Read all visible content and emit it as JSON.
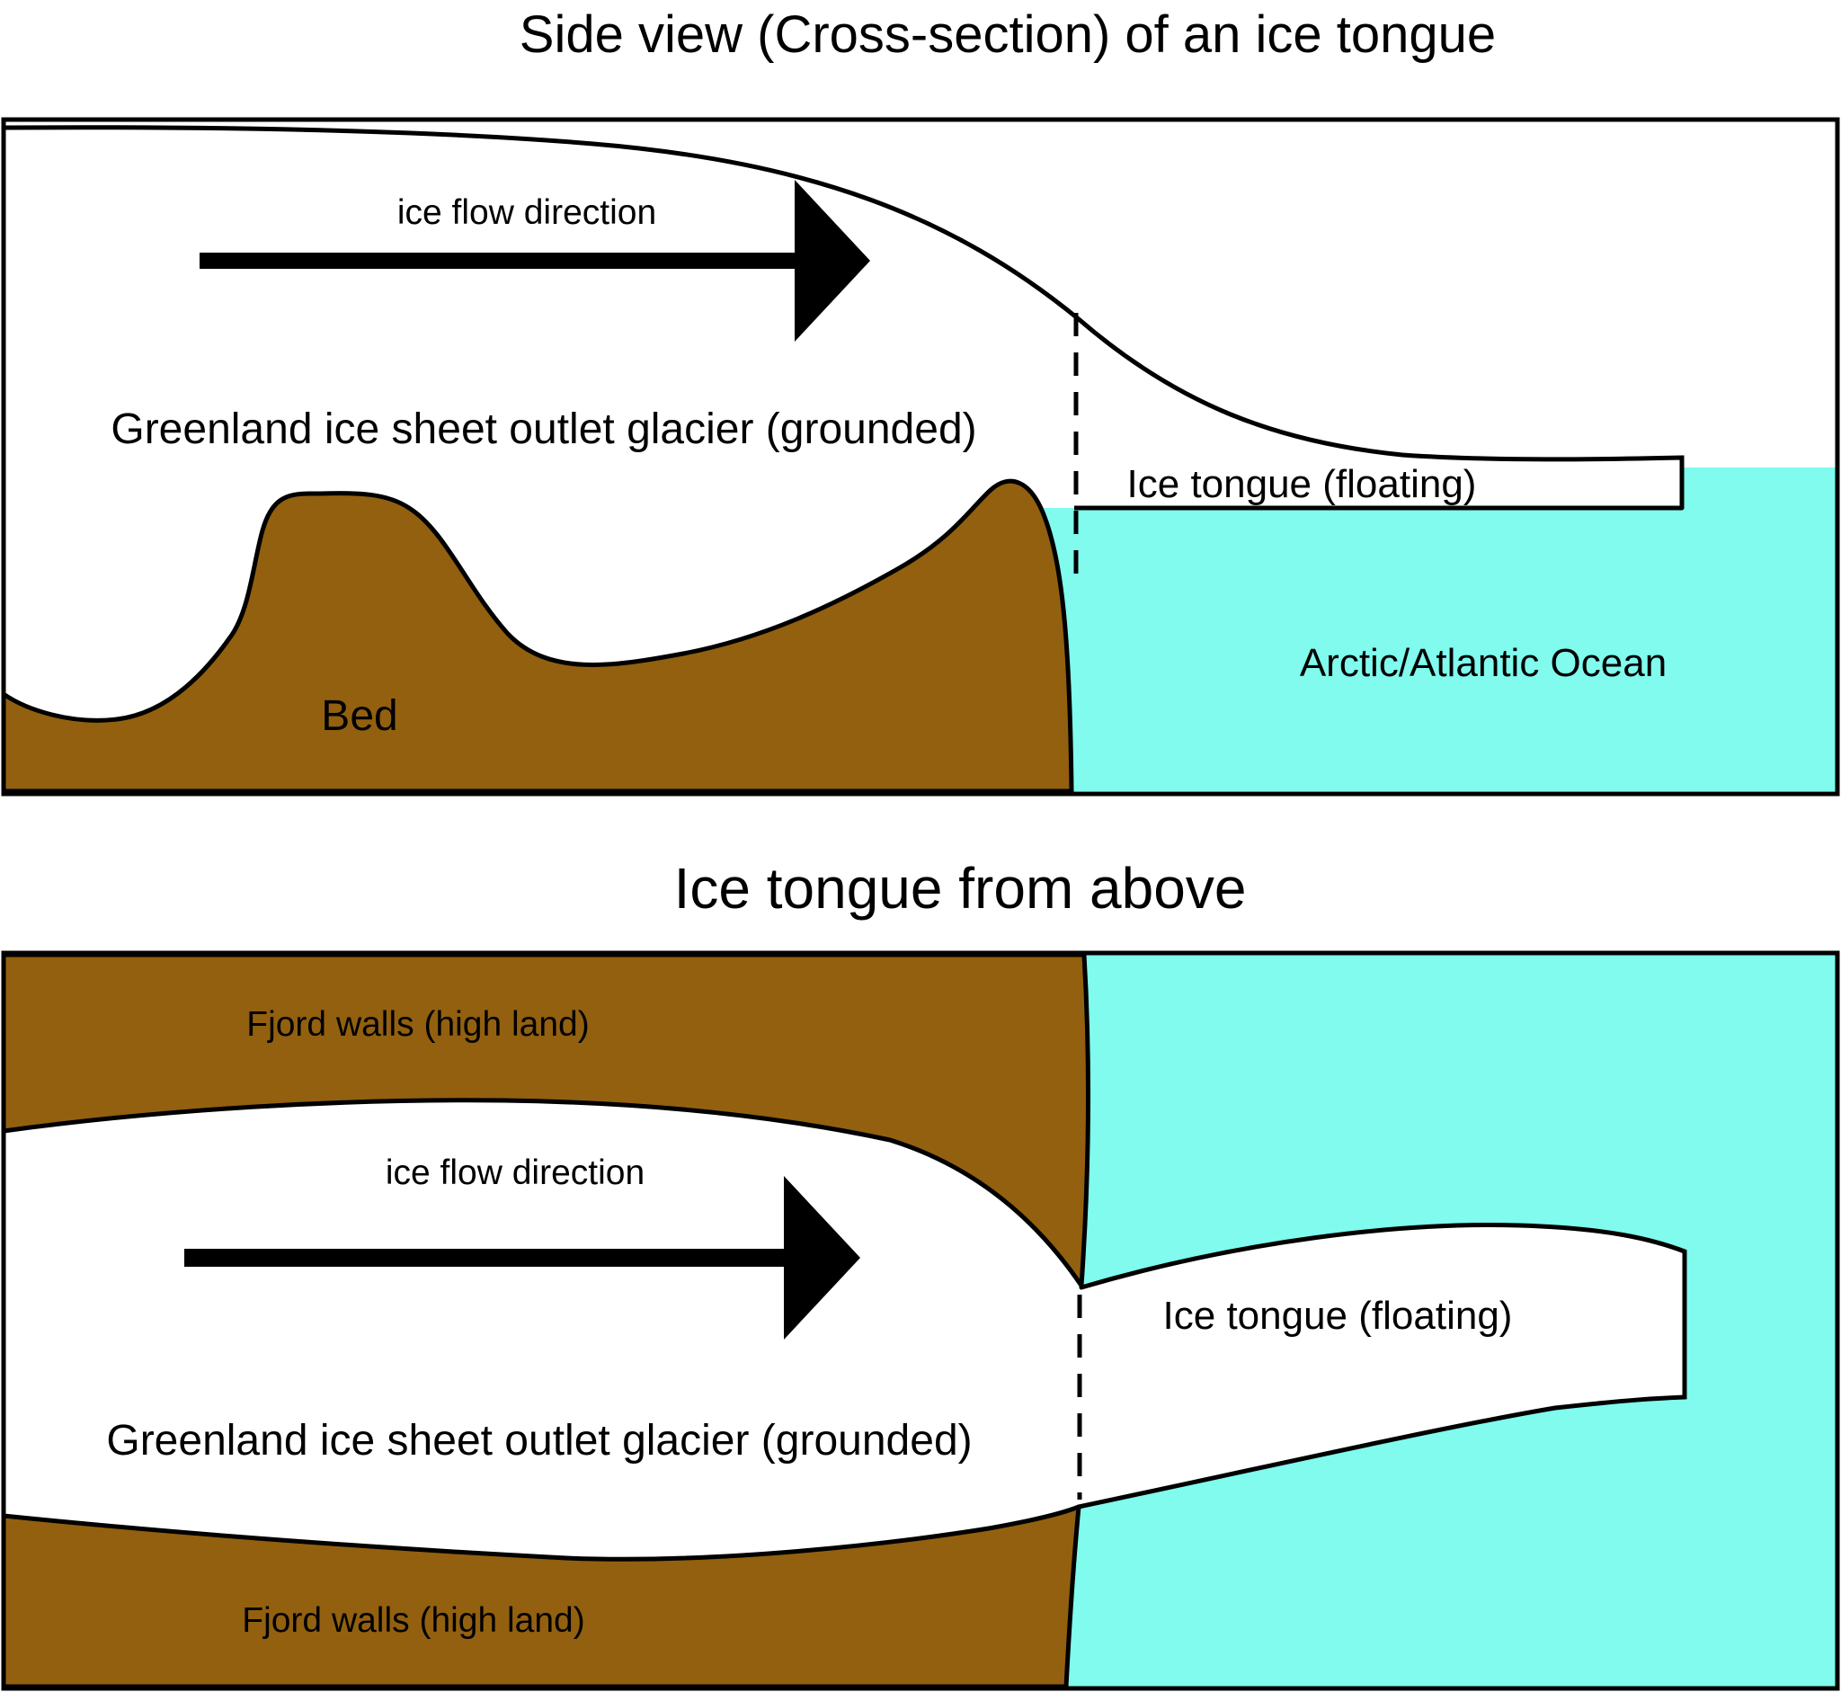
{
  "figure1": {
    "title": "Side view (Cross-section) of an ice tongue",
    "labels": {
      "flow": "ice flow direction",
      "glacier": "Greenland ice sheet outlet glacier (grounded)",
      "tongue": "Ice tongue (floating)",
      "ocean": "Arctic/Atlantic Ocean",
      "bed": "Bed"
    }
  },
  "figure2": {
    "title": "Ice tongue from above",
    "labels": {
      "fjord_top": "Fjord walls (high land)",
      "flow": "ice flow direction",
      "glacier": "Greenland ice sheet outlet glacier (grounded)",
      "tongue": "Ice tongue (floating)",
      "fjord_bottom": "Fjord walls (high land)"
    }
  },
  "colors": {
    "bed_brown": "#92600F",
    "ocean_cyan": "#80FBEE",
    "ice_white": "#FFFFFF",
    "outline_black": "#000000"
  }
}
